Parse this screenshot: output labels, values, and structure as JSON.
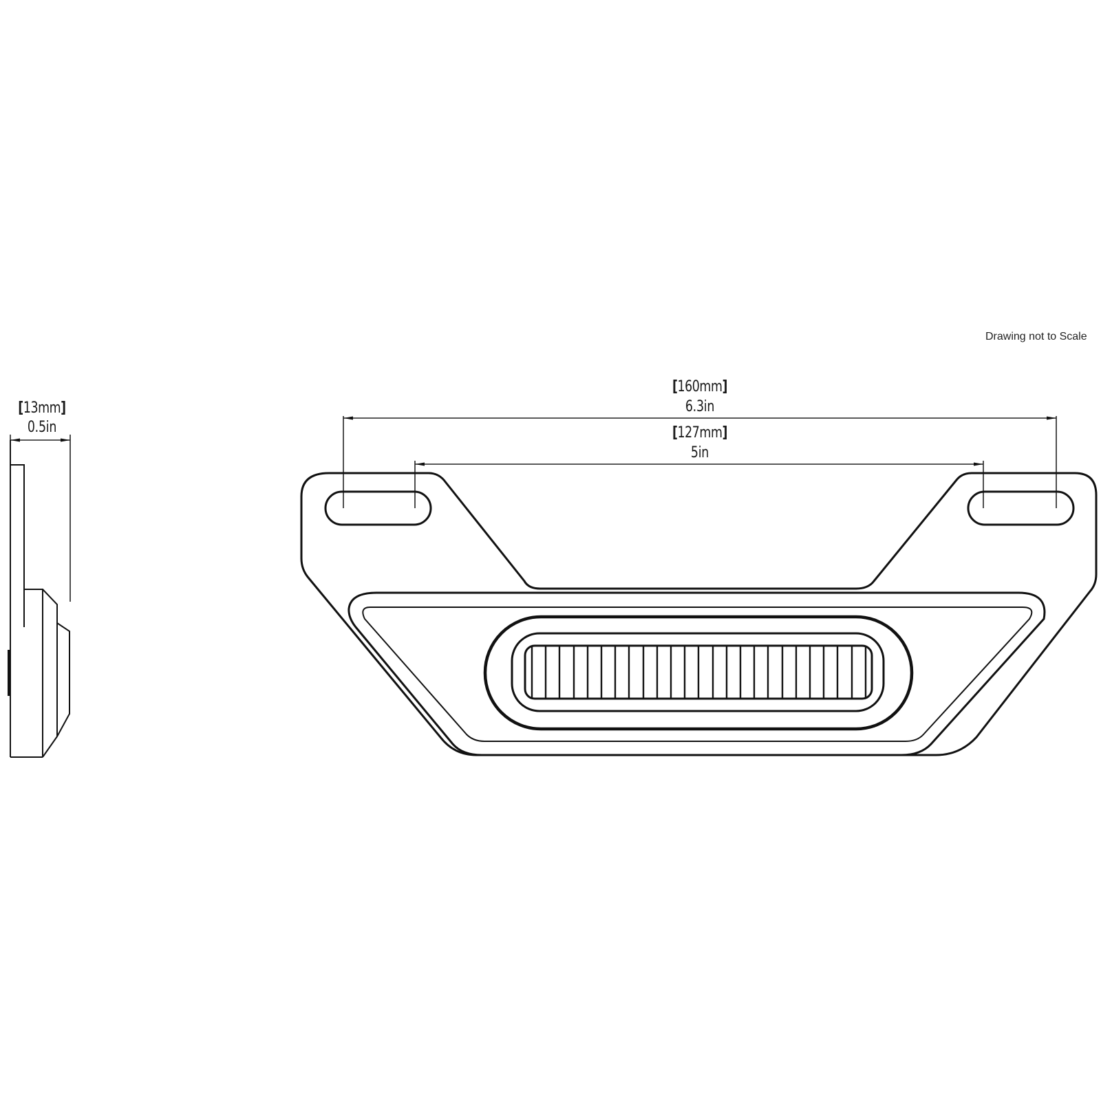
{
  "drawing": {
    "note": "Drawing not to Scale",
    "side_view": {
      "dimension": {
        "mm_label": "13mm",
        "in_label": "0.5in"
      }
    },
    "front_view": {
      "overall_width": {
        "mm_label": "160mm",
        "in_label": "6.3in"
      },
      "mount_spacing": {
        "mm_label": "127mm",
        "in_label": "5in"
      },
      "lens_rib_count": 25
    }
  },
  "colors": {
    "line": "#111111",
    "background": "#ffffff"
  }
}
